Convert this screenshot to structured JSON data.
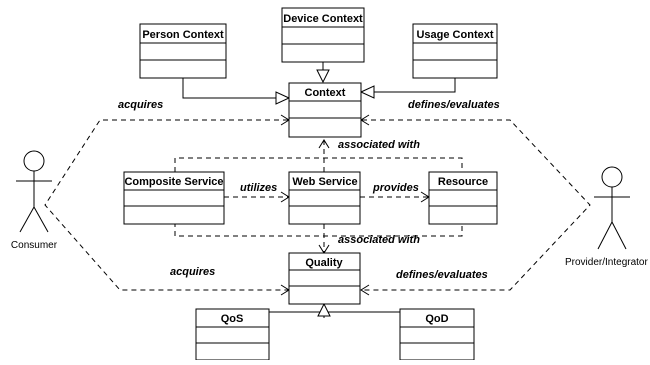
{
  "classes": {
    "person_context": "Person Context",
    "device_context": "Device Context",
    "usage_context": "Usage Context",
    "context": "Context",
    "composite_service": "Composite Service",
    "web_service": "Web Service",
    "resource": "Resource",
    "quality": "Quality",
    "qos": "QoS",
    "qod": "QoD"
  },
  "relations": {
    "acquires_top": "acquires",
    "defines_evaluates_top": "defines/evaluates",
    "associated_with_top": "associated with",
    "utilizes": "utilizes",
    "provides": "provides",
    "associated_with_bottom": "associated with",
    "acquires_bottom": "acquires",
    "defines_evaluates_bottom": "defines/evaluates"
  },
  "actors": {
    "consumer": "Consumer",
    "provider": "Provider/Integrator"
  }
}
